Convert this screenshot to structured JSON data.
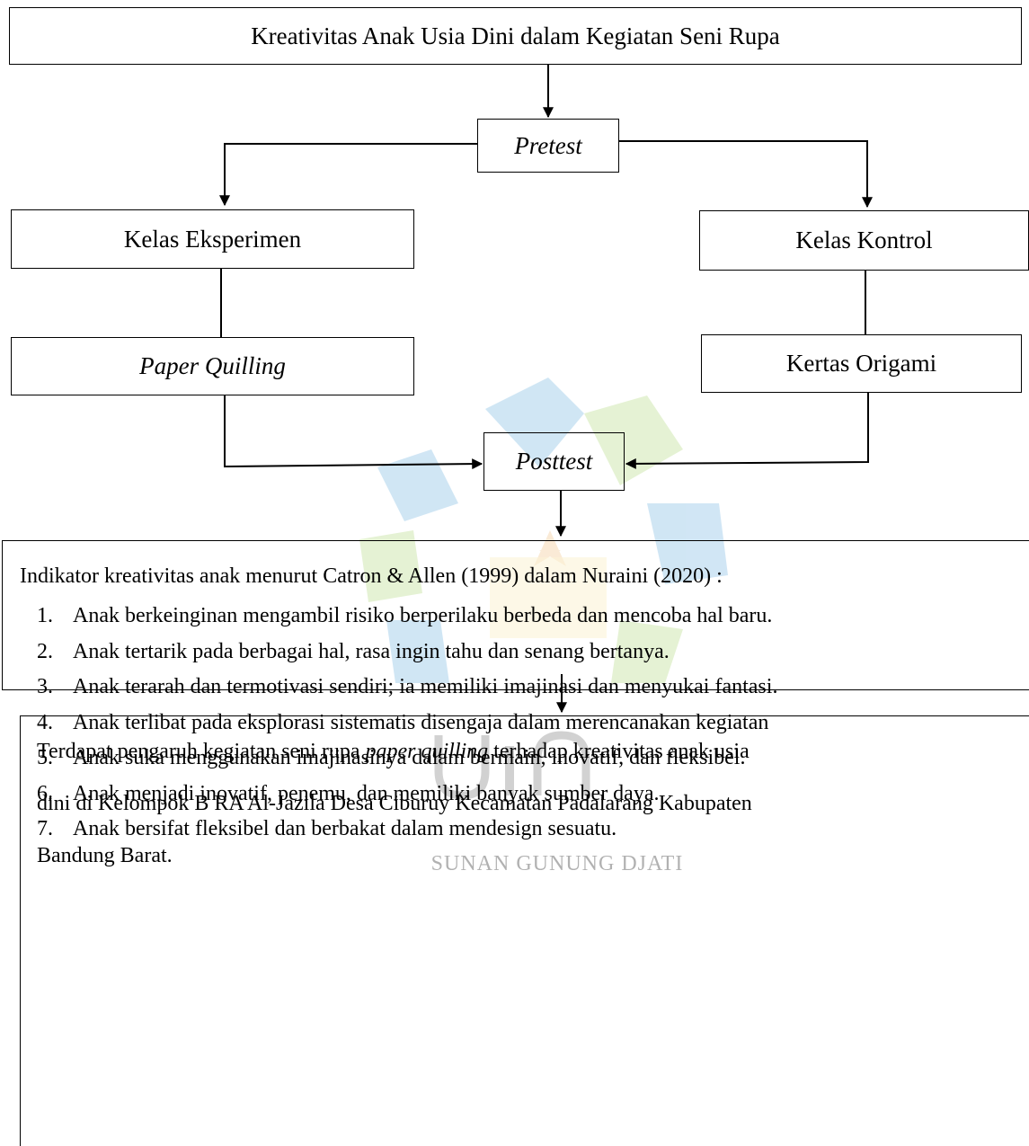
{
  "diagram": {
    "title": "Kreativitas Anak Usia Dini dalam Kegiatan Seni Rupa",
    "pretest": "Pretest",
    "experiment_class": "Kelas Eksperimen",
    "control_class": "Kelas Kontrol",
    "experiment_treatment": "Paper Quilling",
    "control_treatment": "Kertas Origami",
    "posttest": "Posttest"
  },
  "indicators": {
    "title": "Indikator kreativitas anak menurut Catron & Allen (1999) dalam Nuraini (2020) :",
    "items": [
      {
        "num": "1.",
        "text": "Anak berkeinginan mengambil risiko berperilaku berbeda dan mencoba hal baru."
      },
      {
        "num": "2.",
        "text": "Anak tertarik pada berbagai hal, rasa ingin tahu dan senang bertanya."
      },
      {
        "num": "3.",
        "text": "Anak terarah dan termotivasi sendiri; ia memiliki imajinasi dan menyukai fantasi."
      },
      {
        "num": "4.",
        "text": "Anak terlibat pada eksplorasi sistematis disengaja dalam merencanakan kegiatan"
      },
      {
        "num": "5.",
        "text": "Anak suka menggunakan imajinasinya dalam bermain, inovatif, dan fleksibel."
      },
      {
        "num": "6.",
        "text": "Anak menjadi inovatif, penemu, dan memiliki banyak sumber daya."
      },
      {
        "num": "7.",
        "text": "Anak bersifat fleksibel dan berbakat dalam mendesign sesuatu."
      }
    ]
  },
  "conclusion": {
    "line1_before": "Terdapat pengaruh kegiatan seni rupa ",
    "line1_italic": "paper quilling",
    "line1_after": " terhadap kreativitas anak usia",
    "line2": "dini di Kelompok B RA Al-Jazila Desa Ciburuy Kecamatan Padalarang Kabupaten",
    "line3": "Bandung Barat."
  },
  "watermark": {
    "text": "SUNAN GUNUNG DJATI",
    "colors": {
      "blue": "#2f8fd0",
      "green": "#8cc63f",
      "gray": "#555555"
    }
  }
}
